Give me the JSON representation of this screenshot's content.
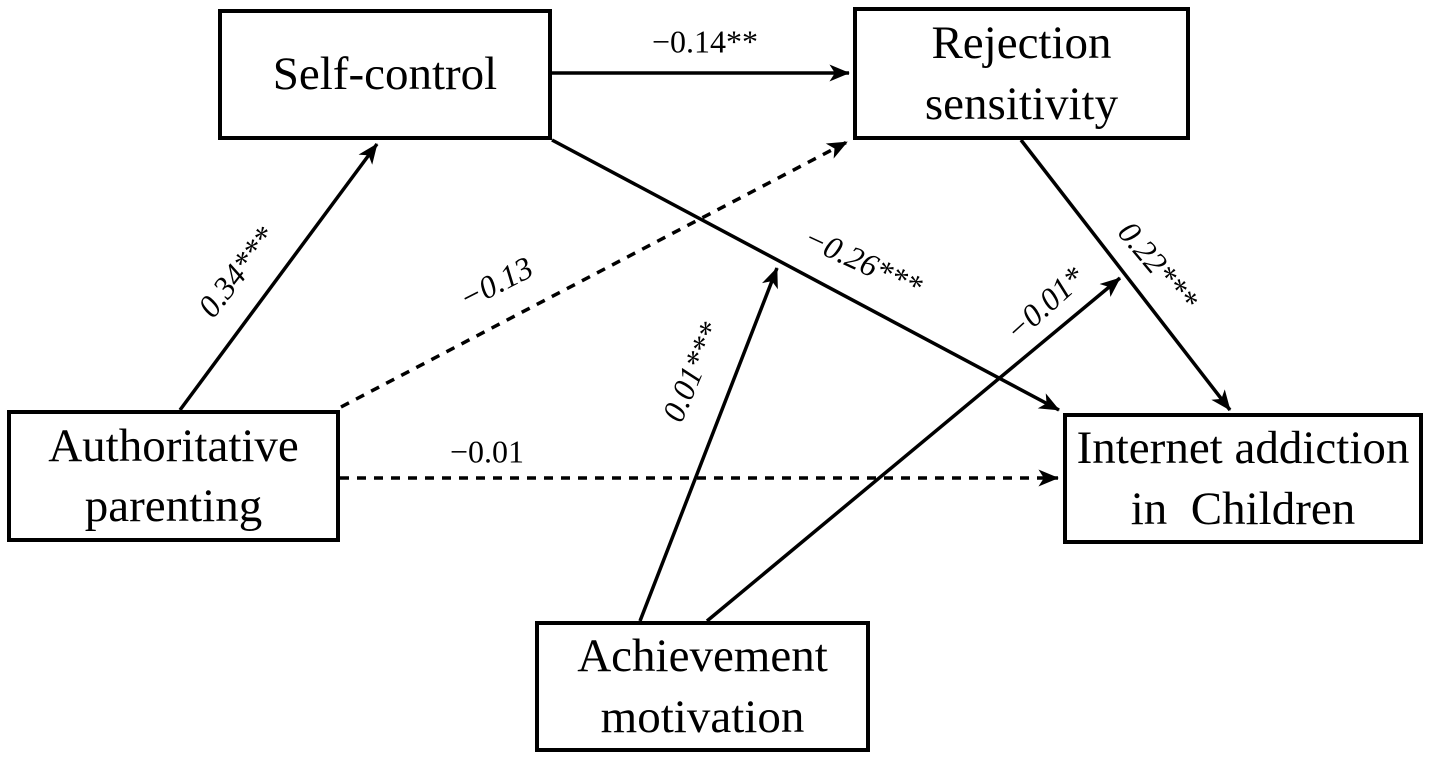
{
  "figure": {
    "type": "path-model-diagram",
    "background_color": "#ffffff",
    "line_color": "#000000"
  },
  "nodes": {
    "self_control": {
      "label": "Self-control",
      "lines": [
        "Self-control"
      ]
    },
    "rejection_sensitivity": {
      "label": "Rejection sensitivity",
      "lines": [
        "Rejection",
        "sensitivity"
      ]
    },
    "authoritative_parenting": {
      "label": "Authoritative parenting",
      "lines": [
        "Authoritative",
        "parenting"
      ]
    },
    "internet_addiction": {
      "label": "Internet addiction in Children",
      "lines": [
        "Internet addiction",
        "in  Children"
      ]
    },
    "achievement_motivation": {
      "label": "Achievement motivation",
      "lines": [
        "Achievement",
        "motivation"
      ]
    }
  },
  "edges": [
    {
      "coefficient": "−0.14**",
      "from": "Self-control",
      "to": "Rejection sensitivity",
      "style": "solid"
    },
    {
      "coefficient": "0.34***",
      "from": "Authoritative parenting",
      "to": "Self-control",
      "style": "solid"
    },
    {
      "coefficient": "−0.13",
      "from": "Authoritative parenting",
      "to": "Rejection sensitivity",
      "style": "dashed"
    },
    {
      "coefficient": "−0.01",
      "from": "Authoritative parenting",
      "to": "Internet addiction in Children",
      "style": "dashed"
    },
    {
      "coefficient": "−0.26***",
      "from": "Self-control",
      "to": "Internet addiction in Children",
      "style": "solid"
    },
    {
      "coefficient": "0.22***",
      "from": "Rejection sensitivity",
      "to": "Internet addiction in Children",
      "style": "solid"
    },
    {
      "coefficient": "0.01***",
      "from": "Achievement motivation",
      "to": "path: Self-control → Internet addiction in Children",
      "style": "solid"
    },
    {
      "coefficient": "−0.01*",
      "from": "Achievement motivation",
      "to": "path: Rejection sensitivity → Internet addiction in Children",
      "style": "solid"
    }
  ]
}
